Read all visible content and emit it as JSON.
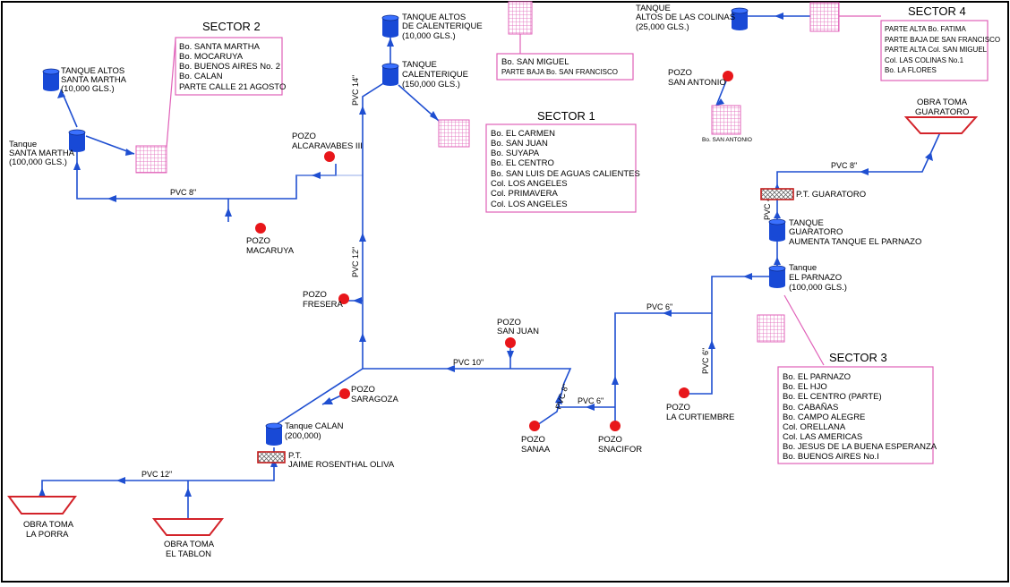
{
  "colors": {
    "pipe": "#1f4fd1",
    "well": "#e8161a",
    "tank": "#1849d6",
    "sector_border": "#e060b8",
    "intake": "#d3232a"
  },
  "icons": {
    "tank": "cylinder-tank-icon",
    "well": "red-circle-well-icon",
    "zone": "pink-grid-zone-icon",
    "intake": "trapezoid-intake-icon",
    "plant": "hatched-treatment-plant-icon"
  },
  "tanks": {
    "altos_santa_martha": {
      "l1": "TANQUE ALTOS",
      "l2": "SANTA MARTHA",
      "l3": "(10,000 GLS.)"
    },
    "santa_martha": {
      "l1": "Tanque",
      "l2": "SANTA MARTHA",
      "l3": "(100,000 GLS.)"
    },
    "altos_calenterique": {
      "l1": "TANQUE ALTOS",
      "l2": "DE CALENTERIQUE",
      "l3": "(10,000 GLS.)"
    },
    "calenterique": {
      "l1": "TANQUE",
      "l2": "CALENTERIQUE",
      "l3": "(150,000 GLS.)"
    },
    "altos_colinas": {
      "l1": "TANQUE",
      "l2": "ALTOS DE LAS COLINAS",
      "l3": "(25,000 GLS.)"
    },
    "guaratoro": {
      "l1": "TANQUE",
      "l2": "GUARATORO",
      "l3": "AUMENTA TANQUE EL PARNAZO"
    },
    "parnazo": {
      "l1": "Tanque",
      "l2": "EL PARNAZO",
      "l3": "(100,000 GLS.)"
    },
    "calan": {
      "l1": "Tanque CALAN",
      "l2": "(200,000)"
    }
  },
  "wells": {
    "alcaravabes": {
      "l1": "POZO",
      "l2": "ALCARAVABES III"
    },
    "macaruya": {
      "l1": "POZO",
      "l2": "MACARUYA"
    },
    "fresera": {
      "l1": "POZO",
      "l2": "FRESERA"
    },
    "saragoza": {
      "l1": "POZO",
      "l2": "SARAGOZA"
    },
    "san_juan": {
      "l1": "POZO",
      "l2": "SAN JUAN"
    },
    "sanaa": {
      "l1": "POZO",
      "l2": "SANAA"
    },
    "snacifor": {
      "l1": "POZO",
      "l2": "SNACIFOR"
    },
    "curtiembre": {
      "l1": "POZO",
      "l2": "LA CURTIEMBRE"
    },
    "san_antonio": {
      "l1": "POZO",
      "l2": "SAN ANTONIO"
    }
  },
  "intakes": {
    "la_porra": {
      "l1": "OBRA TOMA",
      "l2": "LA PORRA"
    },
    "el_tablon": {
      "l1": "OBRA TOMA",
      "l2": "EL TABLON"
    },
    "guaratoro": {
      "l1": "OBRA TOMA",
      "l2": "GUARATORO"
    }
  },
  "plants": {
    "guaratoro": {
      "l1": "P.T. GUARATORO"
    },
    "jaime": {
      "l1": "P.T.",
      "l2": "JAIME ROSENTHAL OLIVA"
    }
  },
  "pipes": {
    "santa_martha_line": "PVC 8\"",
    "calenterique_riser": "PVC 14\"",
    "fresera_riser": "PVC 12\"",
    "san_juan_line": "PVC 10\"",
    "la_porra_line": "PVC 12\"",
    "sanaa_line": "PVC 8\"",
    "snacifor_line": "PVC 6\"",
    "parnazo_feed": "PVC 6\"",
    "curtiembre_line": "PVC 6\"",
    "guaratoro_line": "PVC 8\"",
    "guaratoro_drop": "PVC 4\""
  },
  "sectors": {
    "s1": {
      "title": "SECTOR 1",
      "items": [
        "Bo. EL CARMEN",
        "Bo. SAN JUAN",
        "Bo. SUYAPA",
        "Bo. EL CENTRO",
        "Bo. SAN LUIS DE AGUAS CALIENTES",
        "Col. LOS ANGELES",
        "Col. PRIMAVERA",
        "Col. LOS ANGELES"
      ]
    },
    "s2": {
      "title": "SECTOR 2",
      "items": [
        "Bo. SANTA MARTHA",
        "Bo. MOCARUYA",
        "Bo. BUENOS AIRES No. 2",
        "Bo. CALAN",
        "PARTE CALLE 21 AGOSTO"
      ]
    },
    "s3": {
      "title": "SECTOR 3",
      "items": [
        "Bo. EL PARNAZO",
        "Bo. EL HJO",
        "Bo. EL CENTRO (PARTE)",
        "Bo. CABAÑAS",
        "Bo. CAMPO ALEGRE",
        "Col. ORELLANA",
        "Col. LAS AMERICAS",
        "Bo. JESUS DE LA BUENA ESPERANZA",
        "Bo. BUENOS AIRES No.I"
      ]
    },
    "s4": {
      "title": "SECTOR 4",
      "items": [
        "PARTE ALTA Bo. FATIMA",
        "PARTE BAJA DE SAN FRANCISCO",
        "PARTE ALTA Col. SAN MIGUEL",
        "Col. LAS COLINAS No.1",
        "Bo. LA FLORES"
      ]
    },
    "san_miguel": {
      "items": [
        "Bo. SAN MIGUEL",
        "PARTE BAJA Bo. SAN FRANCISCO"
      ]
    }
  },
  "zones": {
    "san_antonio": "Bo. SAN ANTONIO"
  }
}
